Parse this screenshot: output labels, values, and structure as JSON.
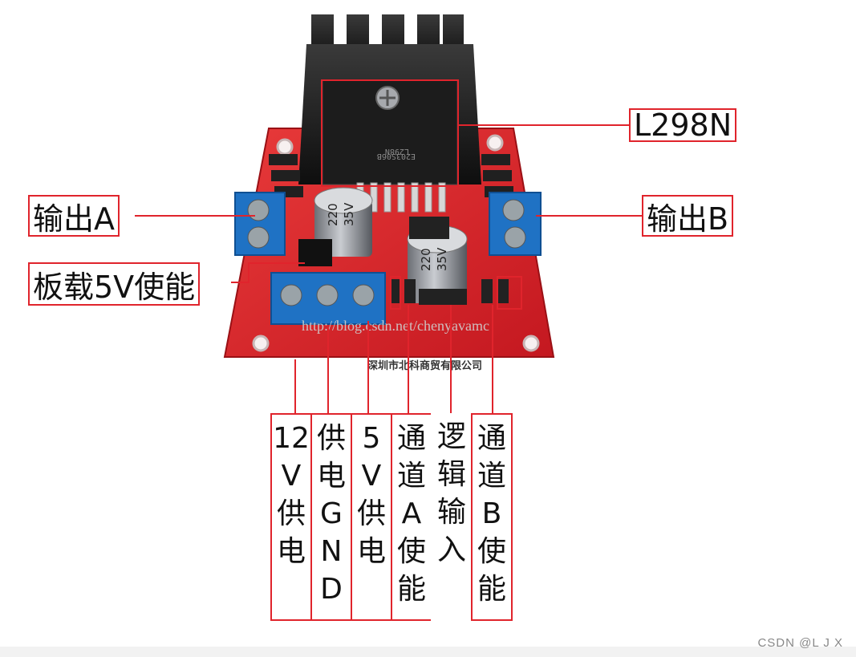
{
  "labels": {
    "chip": "L298N",
    "output_a": "输出A",
    "output_b": "输出B",
    "onboard_5v": "板载5V使能"
  },
  "terminals": [
    {
      "id": "12v",
      "chars": [
        "1",
        "2",
        "V",
        "供",
        "电"
      ]
    },
    {
      "id": "gnd",
      "chars": [
        "供",
        "电",
        "G",
        "N",
        "D"
      ]
    },
    {
      "id": "5v",
      "chars": [
        "5",
        "V",
        "供",
        "电"
      ]
    },
    {
      "id": "ena",
      "chars": [
        "通",
        "道",
        "A",
        "使",
        "能"
      ]
    },
    {
      "id": "logic",
      "chars": [
        "逻",
        "辑",
        "输",
        "入"
      ]
    },
    {
      "id": "enb",
      "chars": [
        "通",
        "道",
        "B",
        "使",
        "能"
      ]
    }
  ],
  "board": {
    "chip_marking": "L298N",
    "chip_code": "E203S06B",
    "cap_value": "220",
    "cap_voltage": "35V",
    "watermark_url": "http://blog.csdn.net/chenyavamc",
    "company": "深圳市北科商贸有限公司"
  },
  "credit": "CSDN @L J X",
  "colors": {
    "annotation": "#e0242c",
    "pcb": "#d8202a",
    "terminal": "#1f72c4"
  }
}
